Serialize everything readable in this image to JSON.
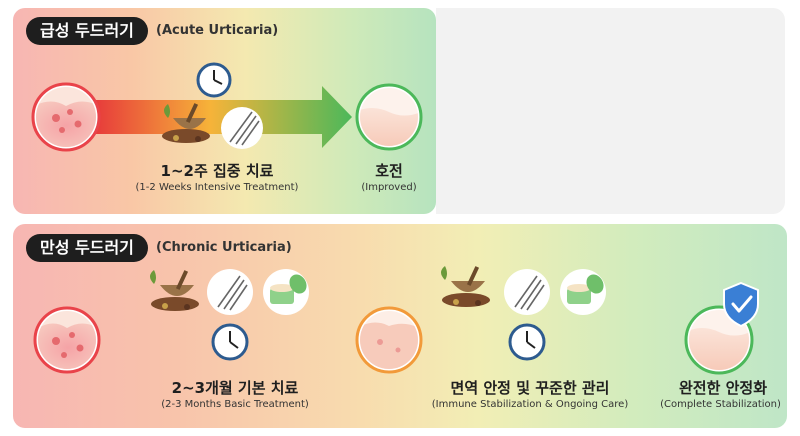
{
  "acute": {
    "title_ko": "급성 두드러기",
    "title_en": "(Acute Urticaria)",
    "treatment_ko": "1~2주 집중 치료",
    "treatment_en": "(1-2 Weeks Intensive Treatment)",
    "result_ko": "호전",
    "result_en": "(Improved)"
  },
  "chronic": {
    "title_ko": "만성 두드러기",
    "title_en": "(Chronic Urticaria)",
    "stage1_ko": "2~3개월 기본 치료",
    "stage1_en": "(2-3 Months Basic Treatment)",
    "stage2_ko": "면역 안정 및 꾸준한 관리",
    "stage2_en": "(Immune Stabilization & Ongoing Care)",
    "result_ko": "완전한 안정화",
    "result_en": "(Complete Stabilization)"
  },
  "icons": [
    "clock-icon",
    "herbal-medicine-icon",
    "acupuncture-needles-icon",
    "ointment-jar-icon",
    "shield-check-icon",
    "inflamed-skin-icon",
    "healthy-skin-icon"
  ],
  "colors": {
    "inflamed": "#e9434a",
    "arrow_start": "#e73b3b",
    "arrow_mid": "#f6b339",
    "arrow_end": "#4cb85a",
    "healthy": "#4cb85a",
    "shield": "#3a7fd5"
  }
}
